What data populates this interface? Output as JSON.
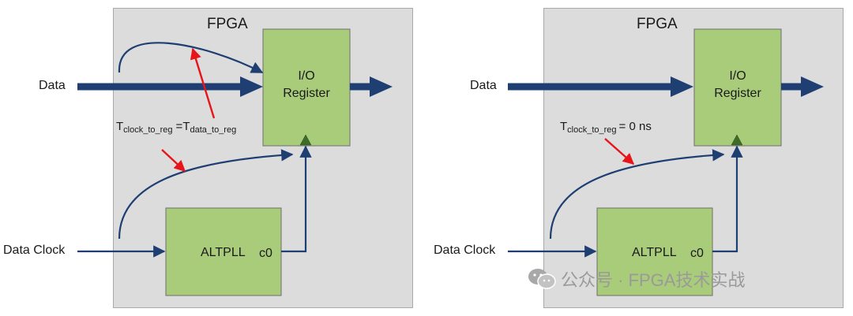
{
  "left": {
    "chip_label": "FPGA",
    "register_line1": "I/O",
    "register_line2": "Register",
    "pll_label": "ALTPLL",
    "pll_output": "c0",
    "data_input": "Data",
    "clock_input": "Data Clock",
    "timing": {
      "t1_main": "T",
      "t1_sub": "clock_to_reg",
      "equals": "=",
      "t2_main": "T",
      "t2_sub": "data_to_reg"
    }
  },
  "right": {
    "chip_label": "FPGA",
    "register_line1": "I/O",
    "register_line2": "Register",
    "pll_label": "ALTPLL",
    "pll_output": "c0",
    "data_input": "Data",
    "clock_input": "Data Clock",
    "timing": {
      "t1_main": "T",
      "t1_sub": "clock_to_reg",
      "value": "= 0 ns"
    }
  },
  "watermark": {
    "text": "公众号 · FPGA技术实战",
    "icon": "wechat-icon"
  },
  "colors": {
    "panel_bg": "#dcdcdc",
    "block_fill": "#a9cc7a",
    "block_border": "#6e6e6e",
    "wire": "#1f3f73",
    "arrow_red": "#e8141b",
    "clock_marker": "#3e6b2a"
  }
}
